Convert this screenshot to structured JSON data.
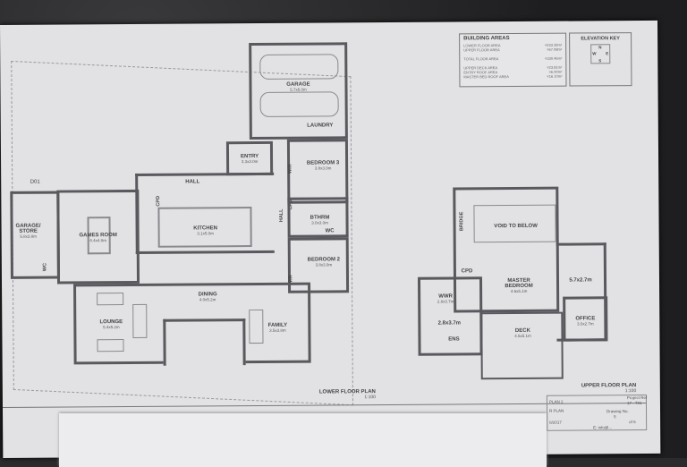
{
  "building_areas": {
    "title": "BUILDING AREAS",
    "rows": [
      {
        "label": "LOWER FLOOR AREA",
        "value": "=233.39m²"
      },
      {
        "label": "UPPER FLOOR AREA",
        "value": "=67.08m²"
      },
      {
        "label": "TOTAL FLOOR AREA",
        "value": "=330.46m²"
      },
      {
        "label": "UPPER DECK AREA",
        "value": "=23.81m²"
      },
      {
        "label": "ENTRY ROOF AREA",
        "value": "=6.90m²"
      },
      {
        "label": "MASTER BED ROOF AREA",
        "value": "=16.10m²"
      }
    ]
  },
  "elevation_key": {
    "title": "ELEVATION KEY",
    "n": "N",
    "s": "S",
    "e": "E",
    "w": "W"
  },
  "lower": {
    "title": "LOWER FLOOR PLAN",
    "scale": "1:100",
    "rooms": {
      "garage": {
        "name": "GARAGE",
        "dim": "5.7x6.0m"
      },
      "laundry": {
        "name": "LAUNDRY"
      },
      "entry": {
        "name": "ENTRY",
        "dim": "3.3x3.0m"
      },
      "bedroom3": {
        "name": "BEDROOM 3",
        "dim": "3.8x3.0m"
      },
      "hall": {
        "name": "HALL"
      },
      "hall2": {
        "name": "HALL"
      },
      "cpd": {
        "name": "CPD"
      },
      "cpd2": {
        "name": "CPD"
      },
      "wir": {
        "name": "WIR"
      },
      "wir2": {
        "name": "WIR"
      },
      "bthrm": {
        "name": "BTHRM",
        "dim": "3.0x3.0m"
      },
      "wc": {
        "name": "WC"
      },
      "wc2": {
        "name": "WC"
      },
      "kitchen": {
        "name": "KITCHEN",
        "dim": "3.1x5.0m"
      },
      "games": {
        "name": "GAMES ROOM",
        "dim": "6.4x4.8m"
      },
      "garage_store": {
        "name": "GARAGE/ STORE",
        "dim": "5.8x3.8m"
      },
      "bedroom2": {
        "name": "BEDROOM 2",
        "dim": "3.8x3.0m"
      },
      "dining": {
        "name": "DINING",
        "dim": "4.0x5.2m"
      },
      "lounge": {
        "name": "LOUNGE",
        "dim": "5.4x5.2m"
      },
      "family": {
        "name": "FAMILY",
        "dim": "3.5x3.8m"
      },
      "door": {
        "name": "D01"
      }
    }
  },
  "upper": {
    "title": "UPPER FLOOR PLAN",
    "scale": "1:100",
    "rooms": {
      "void": {
        "name": "VOID TO BELOW"
      },
      "bridge": {
        "name": "BRIDGE"
      },
      "cpd": {
        "name": "CPD"
      },
      "master": {
        "name": "MASTER BEDROOM",
        "dim": "4.6x5.1m"
      },
      "lounge_area": {
        "dim": "5.7x2.7m"
      },
      "wwr": {
        "name": "WWR",
        "dim": "2.8x3.7m"
      },
      "ens": {
        "name": "ENS",
        "dim": "2.8x3.7m"
      },
      "deck": {
        "name": "DECK",
        "dim": "4.5x5.1m"
      },
      "office": {
        "name": "OFFICE",
        "dim": "3.0x2.7m"
      }
    }
  },
  "title_block": {
    "plan": "PLAN 2",
    "plan2": "R PLAN",
    "date": "8/2017",
    "project_ref_label": "Project Ref",
    "project_ref": "17 - 781",
    "drawing_no_label": "Drawing No.",
    "drawing_no": "5",
    "of": "of 6",
    "email": "E: info@..."
  }
}
